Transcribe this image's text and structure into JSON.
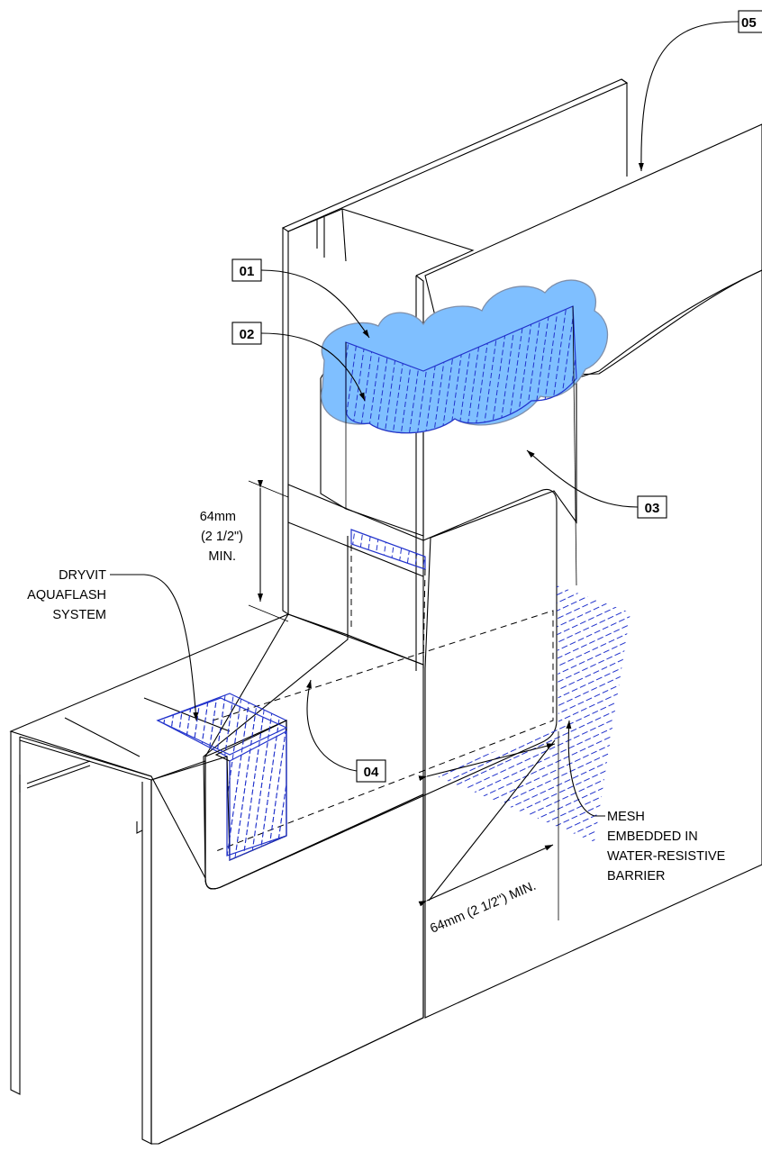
{
  "colors": {
    "barrier": "#7fbfff",
    "yellow_board": "#ffff99",
    "mesh": "#2233cc",
    "line": "#000000",
    "background": "#ffffff"
  },
  "callouts": {
    "c01": "01",
    "c02": "02",
    "c03": "03",
    "c04": "04",
    "c05": "05"
  },
  "dimensions": {
    "vertical_line1": "64mm",
    "vertical_line2": "(2 1/2\")",
    "vertical_line3": "MIN.",
    "horizontal": "64mm (2 1/2\") MIN."
  },
  "notes": {
    "aquaflash_line1": "DRYVIT",
    "aquaflash_line2": "AQUAFLASH",
    "aquaflash_line3": "SYSTEM",
    "mesh_line1": "MESH",
    "mesh_line2": "EMBEDDED IN",
    "mesh_line3": "WATER-RESISTIVE",
    "mesh_line4": "BARRIER"
  }
}
